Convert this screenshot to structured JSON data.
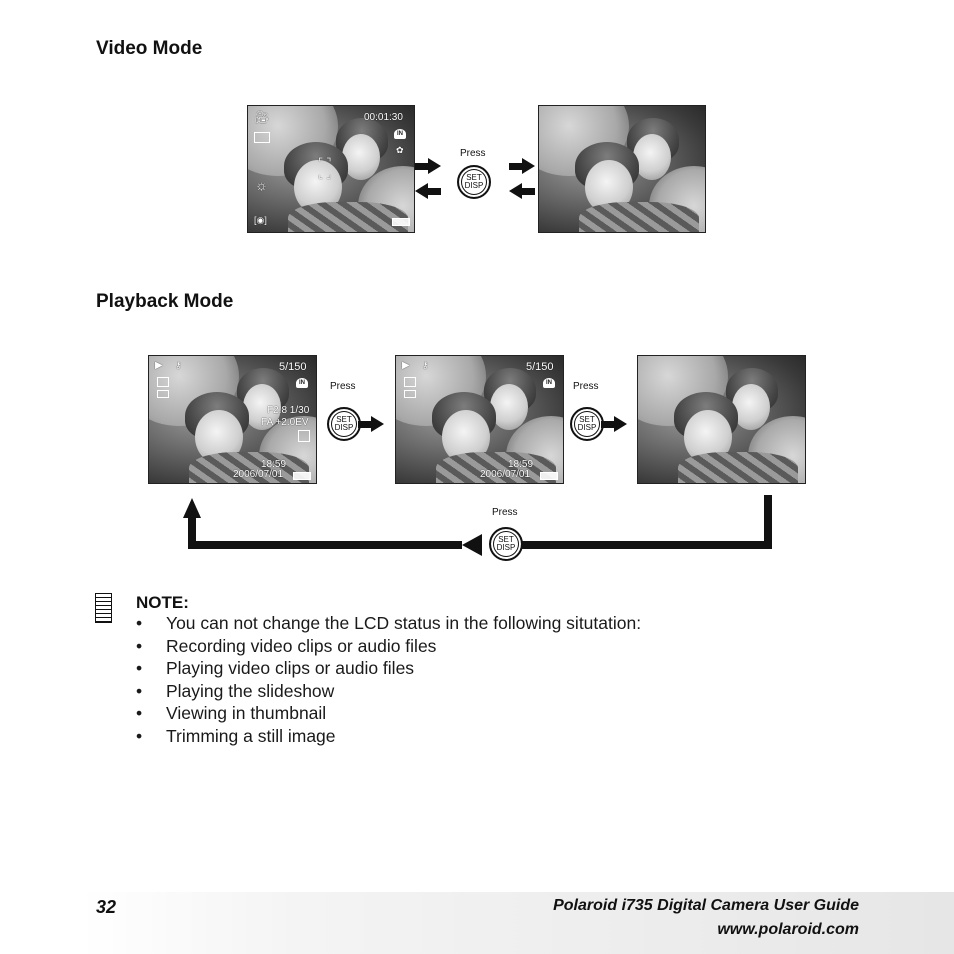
{
  "video_section": {
    "title": "Video Mode",
    "screen": {
      "timecode": "00:01:30",
      "mode_icon": "video-camera-icon",
      "in_label": "IN"
    },
    "press_label": "Press",
    "button": {
      "line1": "SET",
      "line2": "DISP"
    }
  },
  "playback_section": {
    "title": "Playback Mode",
    "screen_full": {
      "counter": "5/150",
      "in_label": "IN",
      "exposure_line1": "F2.8  1/30",
      "exposure_line2": "FA  +2.0EV",
      "time": "18:59",
      "date": "2006/07/01"
    },
    "screen_basic": {
      "counter": "5/150",
      "in_label": "IN",
      "time": "18:59",
      "date": "2006/07/01"
    },
    "press_label_1": "Press",
    "press_label_2": "Press",
    "press_label_3": "Press",
    "button": {
      "line1": "SET",
      "line2": "DISP"
    }
  },
  "note": {
    "title": "NOTE:",
    "icon": "notepad-icon",
    "bullet": "•",
    "items": [
      "You can not change the LCD status in the following situtation:",
      "Recording video clips or audio files",
      "Playing video clips or audio files",
      "Playing the slideshow",
      "Viewing in thumbnail",
      "Trimming a still image"
    ]
  },
  "footer": {
    "page_number": "32",
    "guide_title": "Polaroid i735 Digital Camera User Guide",
    "website": "www.polaroid.com"
  }
}
